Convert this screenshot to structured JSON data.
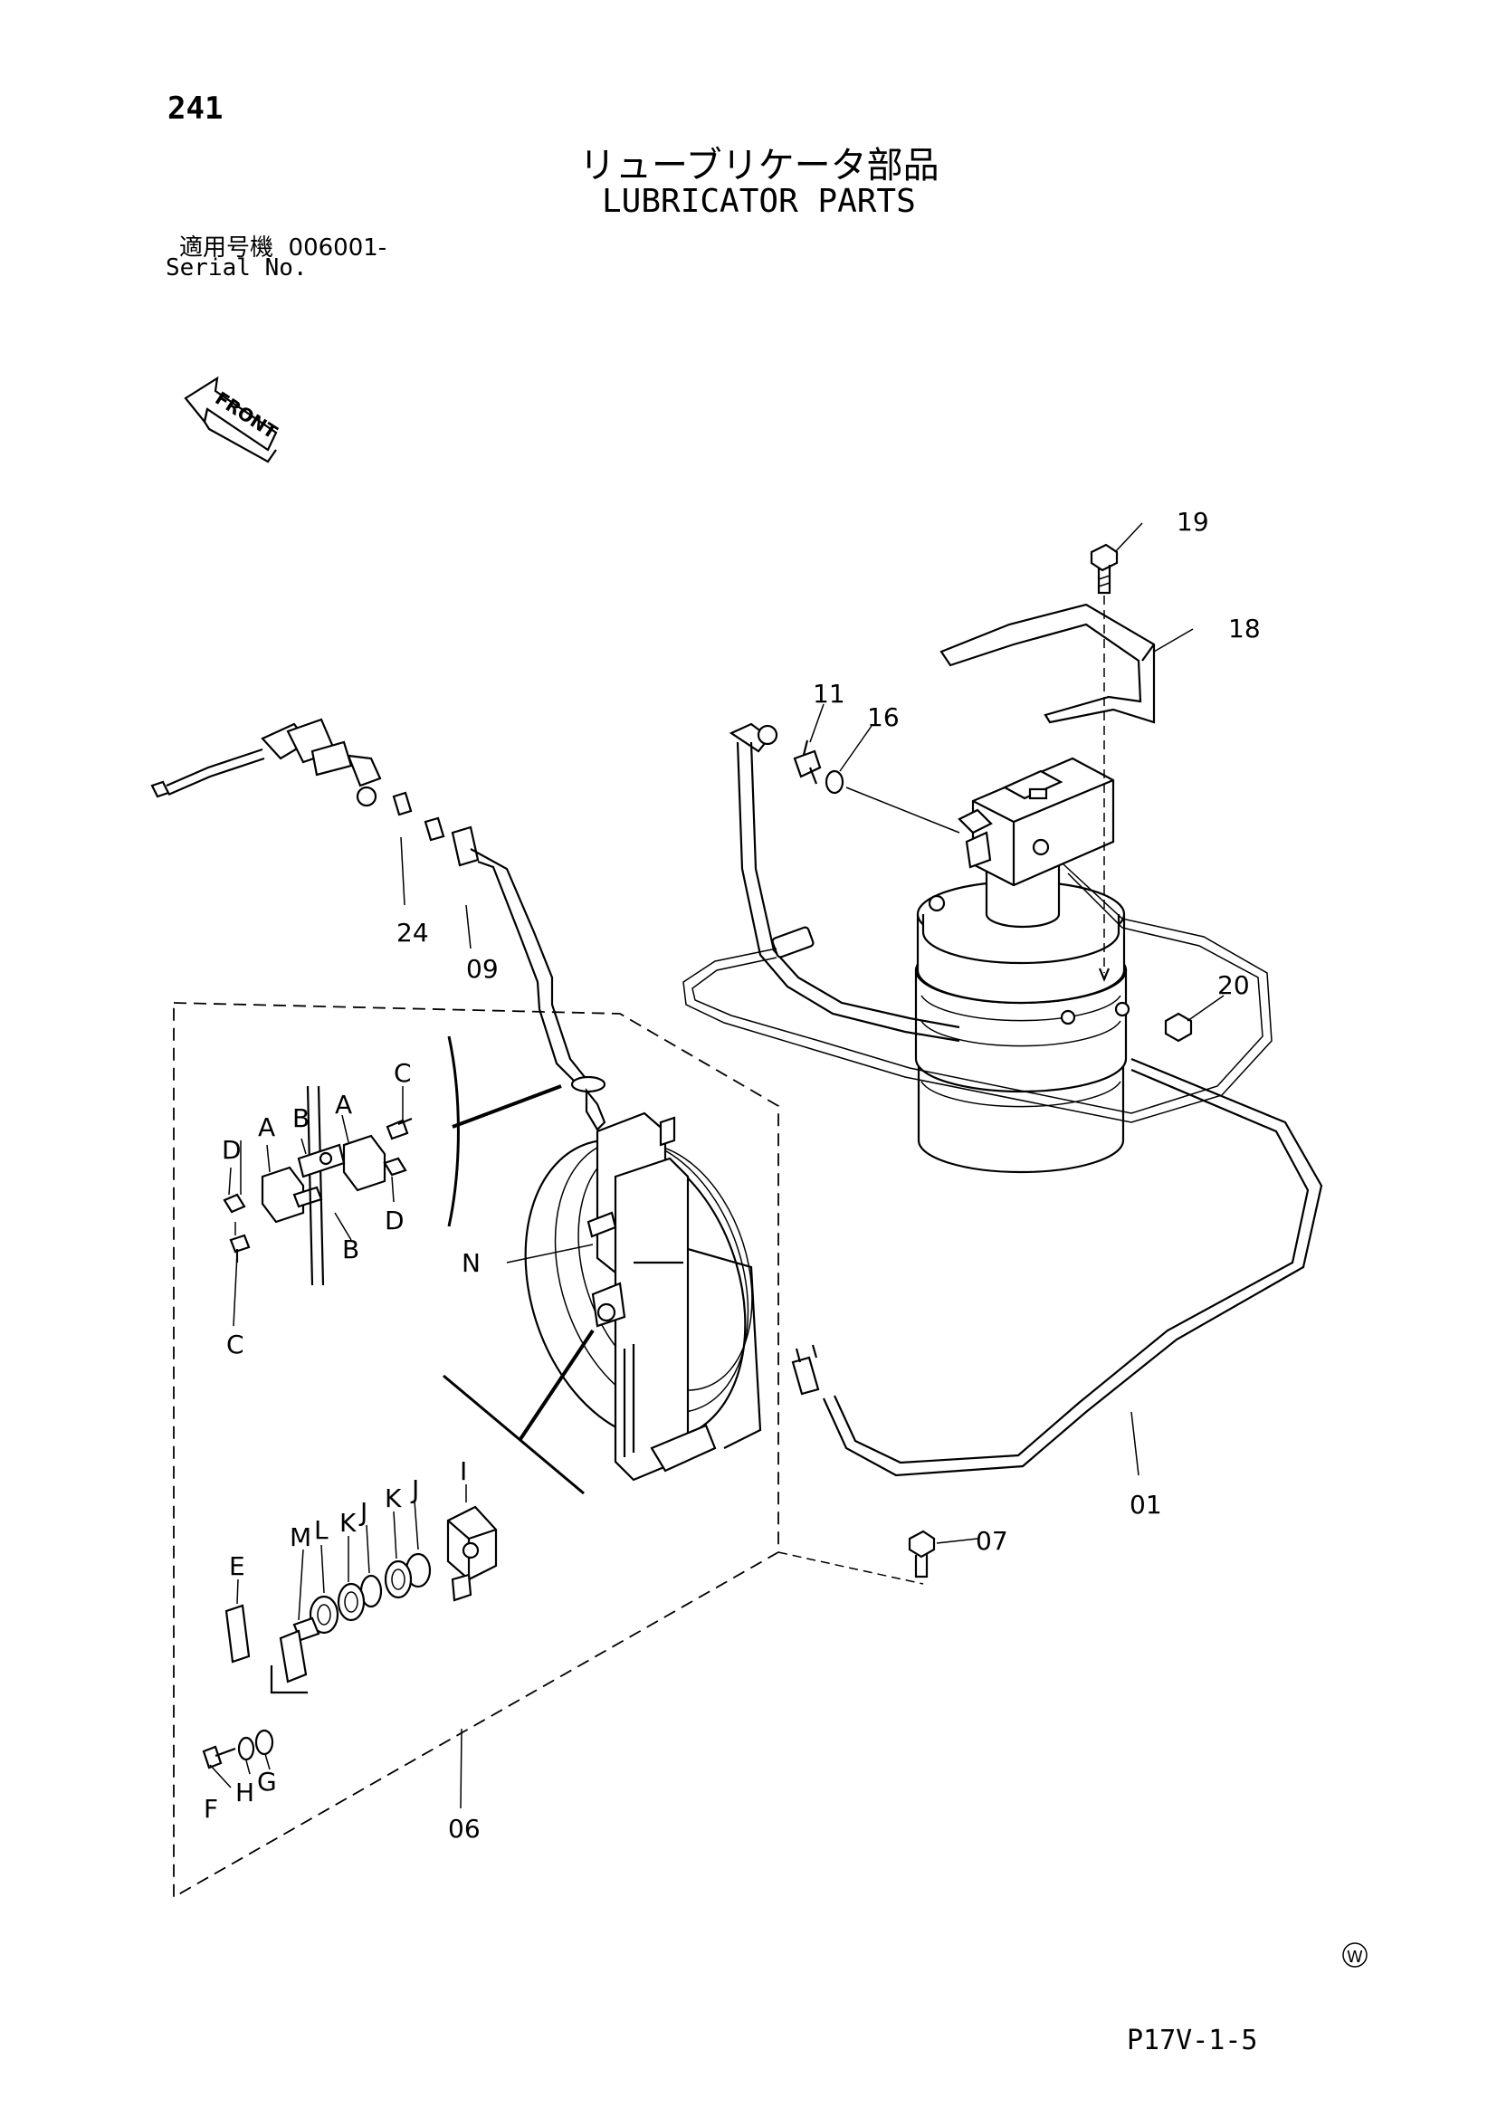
{
  "header": {
    "page_number": "241",
    "title_jp": "リューブリケータ部品",
    "title_en": "LUBRICATOR PARTS",
    "serial_label_jp": "適用号機",
    "serial_value": "006001-",
    "serial_label_en": "Serial No."
  },
  "front_arrow": {
    "label": "FRONT"
  },
  "callouts": {
    "p01": "01",
    "p06": "06",
    "p07": "07",
    "p09": "09",
    "p11": "11",
    "p16": "16",
    "p18": "18",
    "p19": "19",
    "p20": "20",
    "p24": "24",
    "A": "A",
    "B": "B",
    "C": "C",
    "D": "D",
    "E": "E",
    "F": "F",
    "G": "G",
    "H": "H",
    "I": "I",
    "J": "J",
    "K": "K",
    "L": "L",
    "M": "M",
    "N": "N"
  },
  "footer": {
    "page_code": "P17V-1-5",
    "mark": "W"
  }
}
